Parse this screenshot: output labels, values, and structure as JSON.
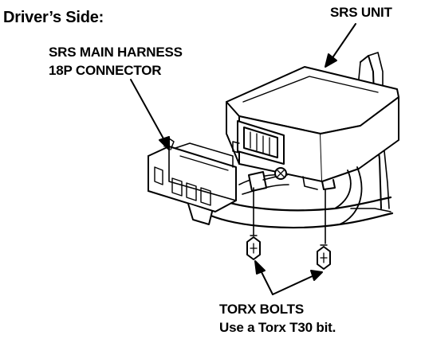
{
  "labels": {
    "side": "Driver’s Side:",
    "srs_unit": "SRS UNIT",
    "harness_line1": "SRS MAIN HARNESS",
    "harness_line2": "18P CONNECTOR",
    "torx_line1": "TORX BOLTS",
    "torx_line2": "Use a Torx T30 bit."
  },
  "colors": {
    "ink": "#000000",
    "paper": "#ffffff"
  }
}
